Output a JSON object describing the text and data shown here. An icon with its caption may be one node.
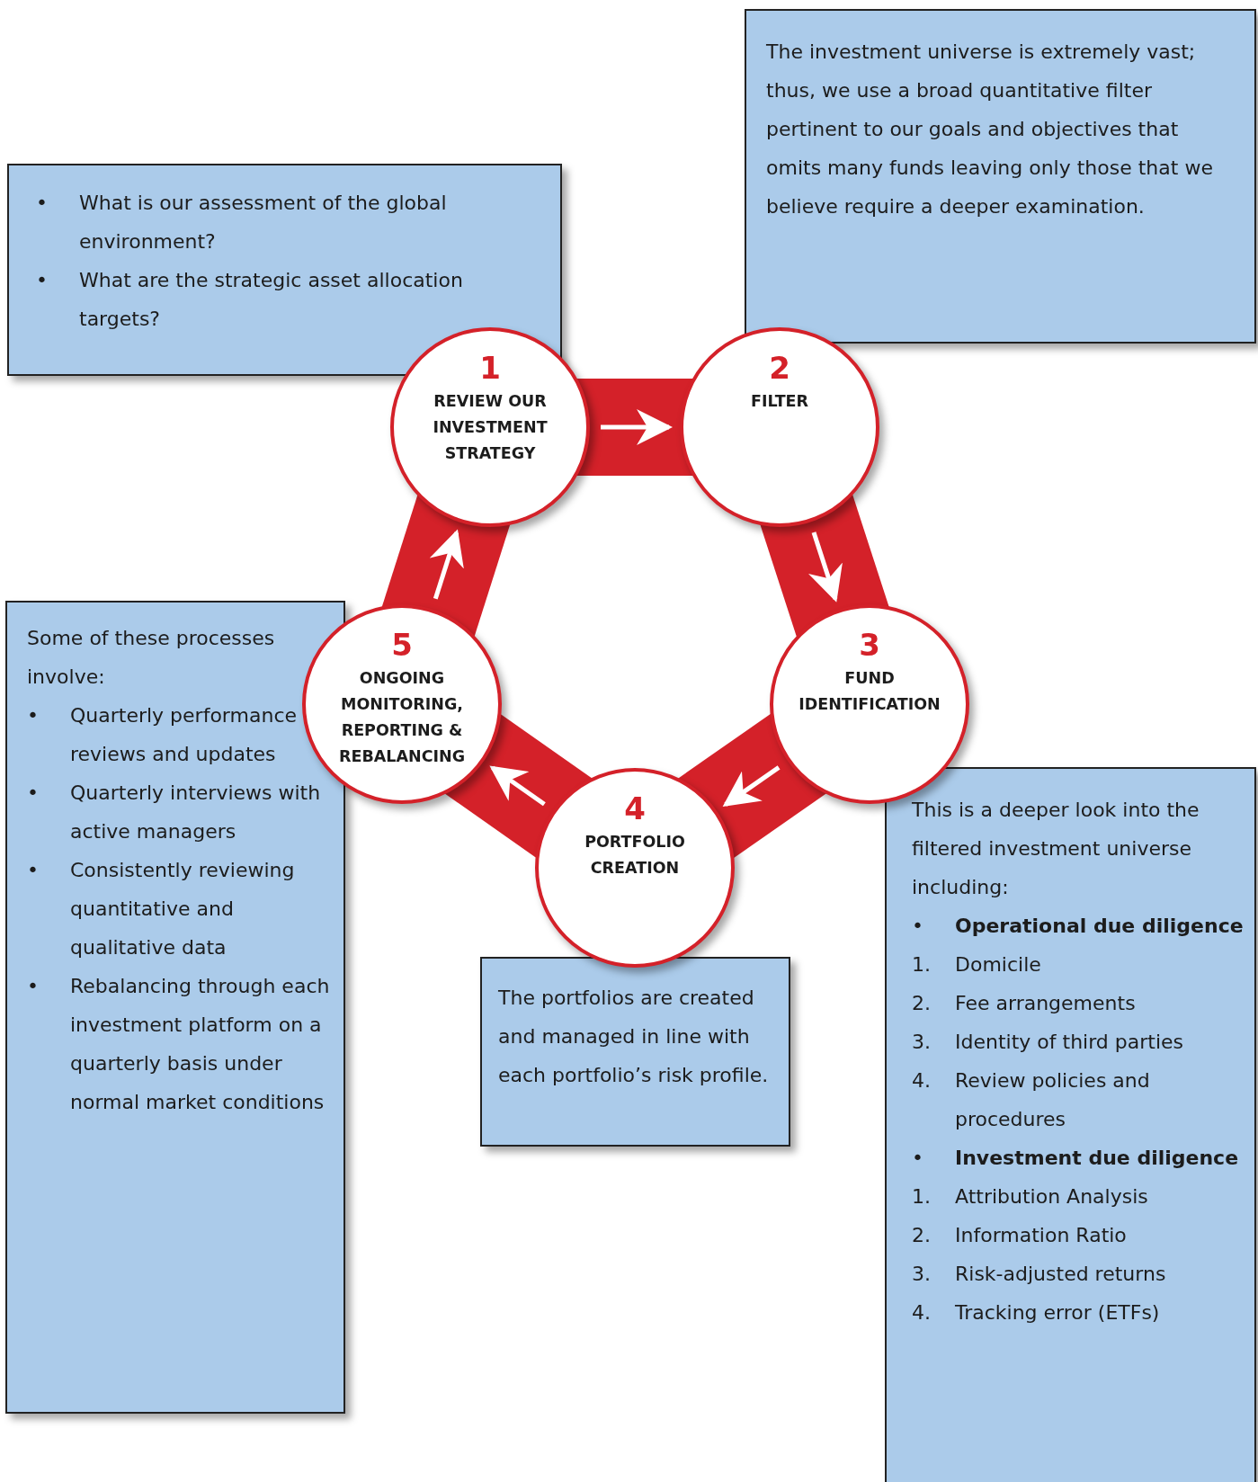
{
  "diagram": {
    "nodes": [
      {
        "text": [
          "1",
          "REVIEW OUR INVESTMENT STRATEGY"
        ]
      },
      {
        "text": [
          "2",
          "FILTER"
        ]
      },
      {
        "text": [
          "3",
          "FUND IDENTIFICATION"
        ]
      },
      {
        "text": [
          "4",
          "PORTFOLIO CREATION"
        ]
      },
      {
        "text": [
          "5",
          "ONGOING MONITORING, REPORTING & REBALANCING"
        ]
      },
      {
        "text": [
          "• What is our assessment of the global environment?",
          "• What are the strategic asset allocation targets?"
        ]
      },
      {
        "text": [
          "The investment universe is extremely vast; thus, we use a broad quantitative filter pertinent to our goals and objectives that omits many funds leaving only those that we believe require a deeper examination."
        ]
      },
      {
        "text": [
          "This is a deeper look into the filtered investment universe including:",
          "• **Operational due diligence**",
          "1. Domicile",
          "2. Fee arrangements",
          "3. Identity of third parties",
          "4. Review policies and procedures",
          "• **Investment due diligence**",
          "1. Attribution Analysis",
          "2. Information Ratio",
          "3. Risk-adjusted returns",
          "4. Tracking error (ETFs)"
        ]
      },
      {
        "text": [
          "The portfolios are created and managed in line with each portfolio’s risk profile."
        ]
      },
      {
        "text": [
          "Some of these processes involve:",
          "• Quarterly performance reviews and updates",
          "• Quarterly interviews with active managers",
          "• Consistently reviewing quantitative and qualitative data",
          "• Rebalancing through each investment platform on a quarterly basis under normal market conditions"
        ]
      }
    ],
    "edges": [
      {
        "from": 0,
        "to": 1,
        "arrow": "to"
      },
      {
        "from": 1,
        "to": 2,
        "arrow": "to"
      },
      {
        "from": 2,
        "to": 3,
        "arrow": "to"
      },
      {
        "from": 3,
        "to": 4,
        "arrow": "to"
      },
      {
        "from": 4,
        "to": 0,
        "arrow": "to"
      }
    ]
  }
}
